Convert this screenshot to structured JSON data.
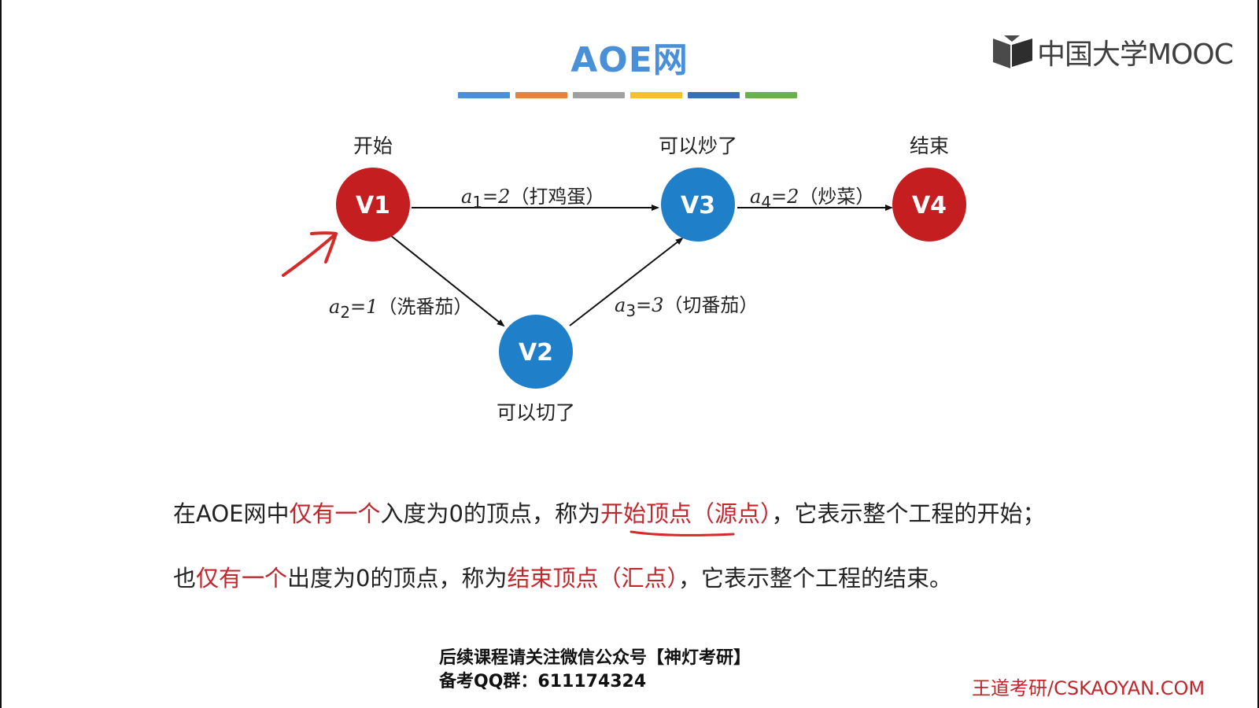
{
  "slide": {
    "title": "AOE网",
    "accent_colors": [
      "#4a90d9",
      "#e8823a",
      "#a0a0a0",
      "#f2c22e",
      "#3a6fb8",
      "#6ab04c"
    ],
    "logo_text": "中国大学MOOC",
    "title_color": "#4a90d9",
    "red": "#c0272d",
    "blue": "#1f7fc9"
  },
  "graph": {
    "nodes": [
      {
        "id": "V1",
        "label": "V1",
        "caption": "开始",
        "color": "#c41e20"
      },
      {
        "id": "V2",
        "label": "V2",
        "caption": "可以切了",
        "color": "#1f7fc9"
      },
      {
        "id": "V3",
        "label": "V3",
        "caption": "可以炒了",
        "color": "#1f7fc9"
      },
      {
        "id": "V4",
        "label": "V4",
        "caption": "结束",
        "color": "#c41e20"
      }
    ],
    "edges": [
      {
        "from": "V1",
        "to": "V3",
        "name": "a",
        "sub": "1",
        "weight": "=2",
        "task": "（打鸡蛋）"
      },
      {
        "from": "V1",
        "to": "V2",
        "name": "a",
        "sub": "2",
        "weight": "=1",
        "task": "（洗番茄）"
      },
      {
        "from": "V2",
        "to": "V3",
        "name": "a",
        "sub": "3",
        "weight": "=3",
        "task": "（切番茄）"
      },
      {
        "from": "V3",
        "to": "V4",
        "name": "a",
        "sub": "4",
        "weight": "=2",
        "task": "（炒菜）"
      }
    ]
  },
  "text": {
    "line1": {
      "p1": "在AOE网中",
      "h1": "仅有一个",
      "p2": "入度为0的顶点，称为",
      "h2": "开始顶点（源点）",
      "p3": "，它表示整个工程的开始；"
    },
    "line2": {
      "p1": "也",
      "h1": "仅有一个",
      "p2": "出度为0的顶点，称为",
      "h2": "结束顶点（汇点）",
      "p3": "，它表示整个工程的结束。"
    }
  },
  "footer": {
    "line1": "后续课程请关注微信公众号【神灯考研】",
    "line2": "备考QQ群：611174324"
  },
  "watermark": "王道考研/CSKAOYAN.COM"
}
